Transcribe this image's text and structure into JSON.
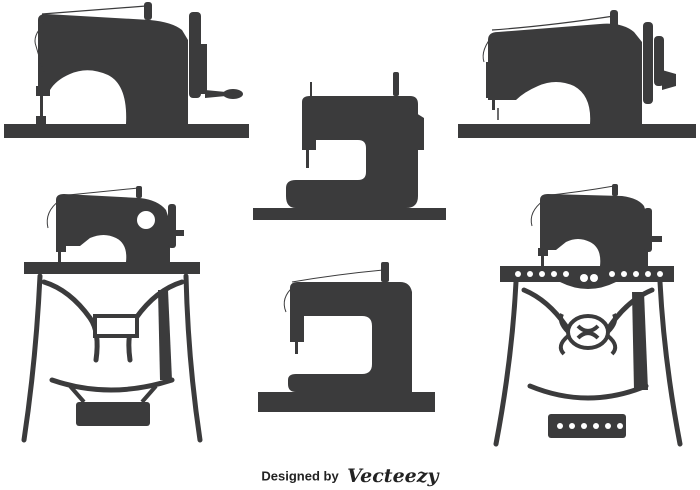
{
  "credit": {
    "prefix": "Designed by",
    "brand": "Vecteezy"
  },
  "colors": {
    "silhouette": "#3b3b3c",
    "background": "#ffffff",
    "thread": "#3b3b3c"
  },
  "illustrations": [
    {
      "name": "antique-hand-crank-sewing-machine-1"
    },
    {
      "name": "compact-electric-sewing-machine-1"
    },
    {
      "name": "antique-hand-crank-sewing-machine-2"
    },
    {
      "name": "treadle-sewing-machine-simple-stand"
    },
    {
      "name": "compact-electric-sewing-machine-2"
    },
    {
      "name": "treadle-sewing-machine-ornate-stand"
    }
  ]
}
